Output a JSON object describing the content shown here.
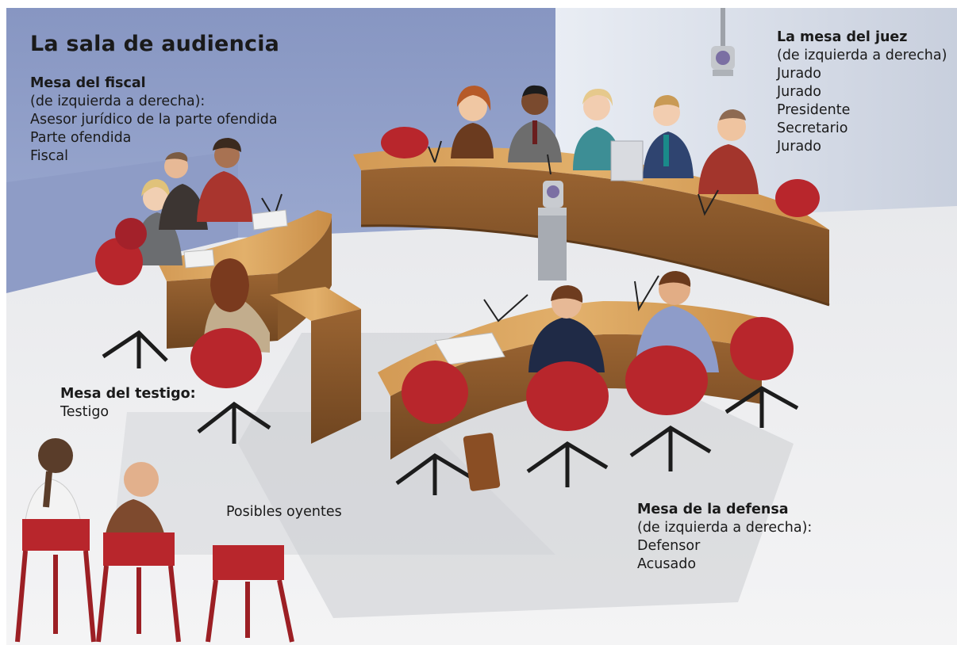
{
  "title": "La sala de audiencia",
  "fiscal": {
    "heading": "Mesa del fiscal",
    "subheading": "(de izquierda a derecha):",
    "items": [
      "Asesor jurídico de la parte ofendida",
      "Parte ofendida",
      "Fiscal"
    ]
  },
  "juez": {
    "heading": "La mesa del juez",
    "subheading": "(de izquierda a derecha)",
    "items": [
      "Jurado",
      "Jurado",
      "Presidente",
      "Secretario",
      "Jurado"
    ]
  },
  "testigo": {
    "heading": "Mesa del testigo:",
    "items": [
      "Testigo"
    ]
  },
  "oyentes": {
    "label": "Posibles oyentes"
  },
  "defensa": {
    "heading": "Mesa de la defensa",
    "subheading": "(de izquierda a derecha):",
    "items": [
      "Defensor",
      "Acusado"
    ]
  },
  "colors": {
    "wall_blue": "#8d9dc6",
    "floor_grey": "#dfe0e3",
    "desk_wood": "#c58a4a",
    "desk_front": "#8a5a2c",
    "chair_red": "#b8262c",
    "camera_grey": "#b9bcc2"
  }
}
